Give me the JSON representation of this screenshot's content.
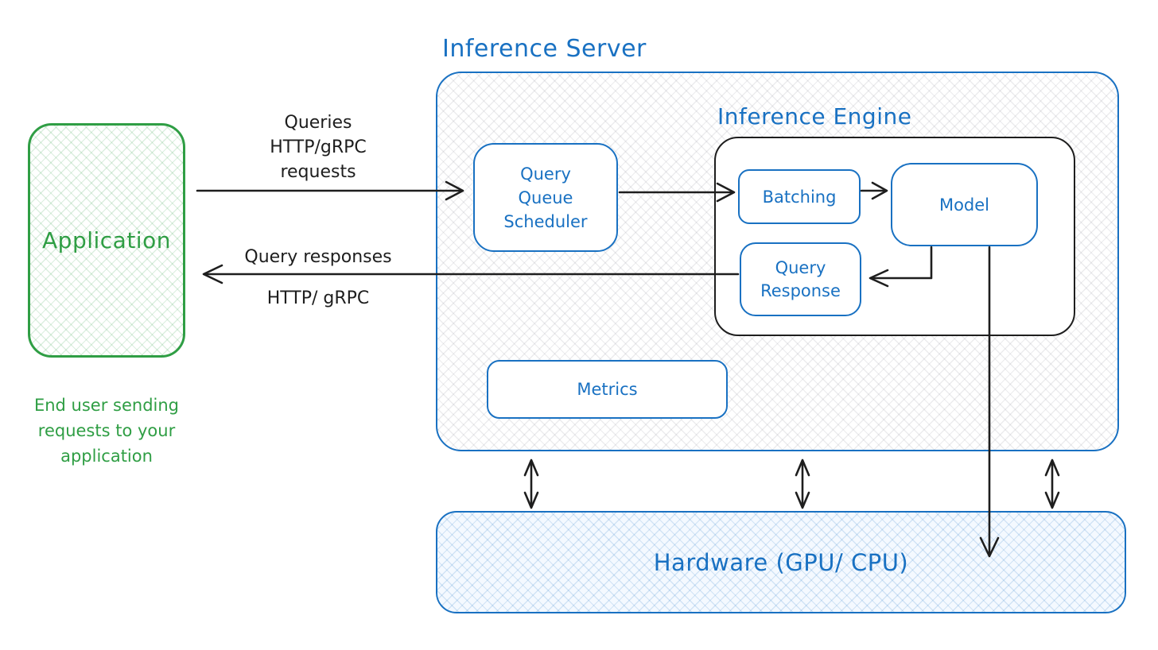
{
  "application": {
    "label": "Application"
  },
  "caption": {
    "lines": [
      "End user sending",
      "requests to your",
      "application"
    ]
  },
  "queries_label": {
    "lines": [
      "Queries",
      "HTTP/gRPC",
      "requests"
    ]
  },
  "responses_label": {
    "top": "Query responses",
    "bottom": "HTTP/ gRPC"
  },
  "inference_server": {
    "title": "Inference Server"
  },
  "inference_engine": {
    "title": "Inference Engine"
  },
  "boxes": {
    "query_queue_scheduler": {
      "lines": [
        "Query",
        "Queue",
        "Scheduler"
      ]
    },
    "batching": {
      "label": "Batching"
    },
    "model": {
      "label": "Model"
    },
    "query_response": {
      "lines": [
        "Query",
        "Response"
      ]
    },
    "metrics": {
      "label": "Metrics"
    },
    "hardware": {
      "label": "Hardware (GPU/ CPU)"
    }
  },
  "colors": {
    "green": "#2f9e44",
    "blue": "#1971c2",
    "ink": "#1e1e1e"
  }
}
